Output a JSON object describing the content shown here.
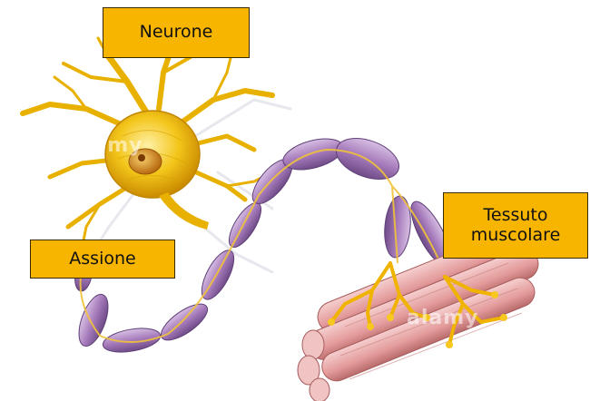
{
  "labels": {
    "neurone": "Neurone",
    "assione": "Assione",
    "tessuto": "Tessuto\nmuscolare"
  },
  "watermark": "alamy",
  "colors": {
    "label_bg": "#f7b500",
    "neuron_body": "#f2c418",
    "myelin": "#a77fb9",
    "muscle": "#e9a3a3"
  }
}
